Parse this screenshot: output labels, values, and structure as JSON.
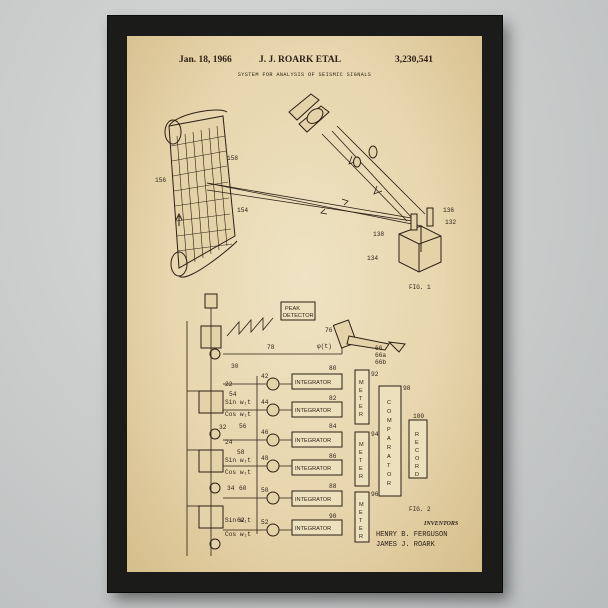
{
  "patent": {
    "date": "Jan. 18, 1966",
    "inventors_header": "J. J. ROARK ETAL",
    "number": "3,230,541",
    "title": "SYSTEM FOR ANALYSIS OF SEISMIC SIGNALS"
  },
  "figures": {
    "fig1": "FIG. 1",
    "fig2": "FIG. 2"
  },
  "fig1_labels": [
    "156",
    "158",
    "154",
    "136",
    "132",
    "138",
    "134"
  ],
  "fig2_labels": {
    "peak_detector": "PEAK DETECTOR",
    "integrator": "INTEGRATOR",
    "meter": "METER",
    "comparator": "COMPARATOR",
    "record": "RECORD",
    "sin": "Sin",
    "cos": "Cos",
    "wt": "w₁t",
    "signal": "φ(t)",
    "numbers": [
      "76",
      "78",
      "80",
      "82",
      "84",
      "86",
      "88",
      "90",
      "92",
      "94",
      "96",
      "98",
      "100",
      "66",
      "66a",
      "66b",
      "30",
      "22",
      "54",
      "32",
      "24",
      "58",
      "34",
      "60",
      "62",
      "42",
      "44",
      "46",
      "48",
      "50",
      "52",
      "56"
    ]
  },
  "inventors": {
    "title": "INVENTORS",
    "names": [
      "HENRY B. FERGUSON",
      "JAMES J. ROARK"
    ]
  },
  "colors": {
    "frame": "#1b1b1a",
    "paper": "#e9d9b2",
    "ink": "#2b1f14",
    "wall": "#cfd1d1"
  }
}
